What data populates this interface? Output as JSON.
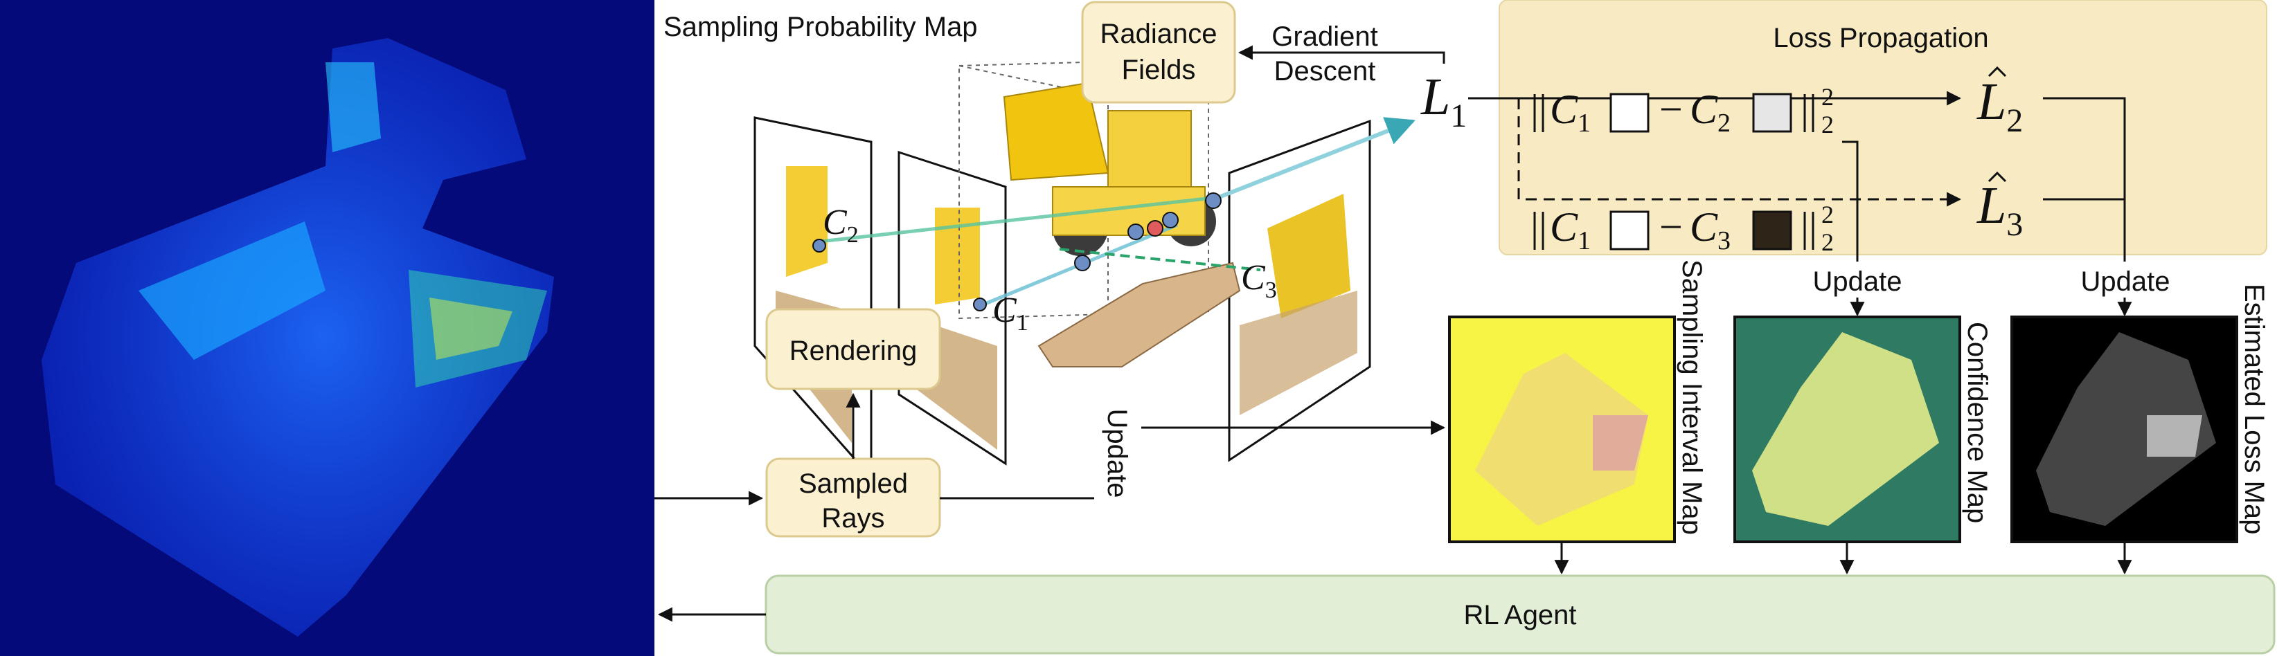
{
  "title": "Sampling Probability Map",
  "boxes": {
    "radiance_fields": [
      "Radiance",
      "Fields"
    ],
    "rendering": "Rendering",
    "sampled_rays": [
      "Sampled",
      "Rays"
    ],
    "rl_agent": "RL Agent",
    "loss_propagation": "Loss Propagation"
  },
  "labels": {
    "gradient_descent": [
      "Gradient",
      "Descent"
    ],
    "update_rays": "Update",
    "update_confidence": "Update",
    "update_loss": "Update",
    "sampling_interval_map": "Sampling Interval Map",
    "confidence_map": "Confidence Map",
    "estimated_loss_map": "Estimated Loss Map"
  },
  "math": {
    "L1": "L",
    "L1_sub": "1",
    "L2": "L",
    "L2_sub": "2",
    "L3": "L",
    "L3_sub": "3",
    "C1": "C",
    "C1_sub": "1",
    "C2": "C",
    "C2_sub": "2",
    "C3": "C",
    "C3_sub": "3",
    "norm_open": "||",
    "norm_close": "||",
    "minus": "−",
    "exp": "2",
    "sub": "2"
  },
  "colors": {
    "box_fill": "#fbf0cf",
    "box_stroke": "#dcc98e",
    "rl_fill": "#e3eed6",
    "rl_stroke": "#b9cfa4",
    "loss_fill": "#f8ebc4",
    "heatmap_bg": "#050a7a",
    "interval_bg": "#f7f445",
    "confidence_bg": "#2e7a62",
    "loss_map_bg": "#000000",
    "swatch_c2": "#e6e6e6",
    "swatch_c3": "#2f2418"
  }
}
